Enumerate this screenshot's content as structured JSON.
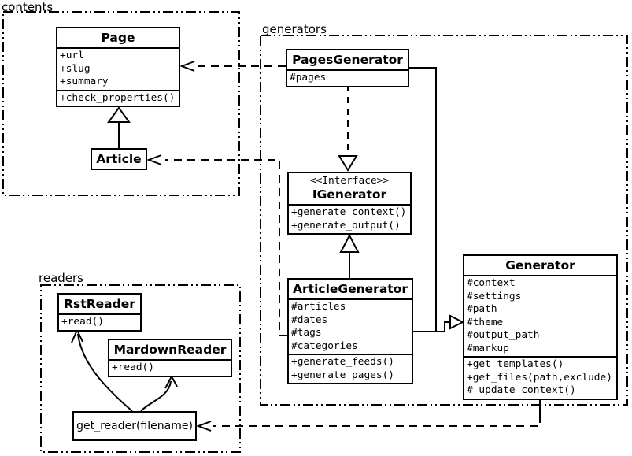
{
  "packages": {
    "contents": {
      "label": "contents"
    },
    "generators": {
      "label": "generators"
    },
    "readers": {
      "label": "readers"
    }
  },
  "classes": {
    "page": {
      "name": "Page",
      "attrs": [
        "+url",
        "+slug",
        "+summary"
      ],
      "methods": [
        "+check_properties()"
      ]
    },
    "article": {
      "name": "Article"
    },
    "pages_generator": {
      "name": "PagesGenerator",
      "attrs": [
        "#pages"
      ]
    },
    "igenerator": {
      "stereotype": "<<Interface>>",
      "name": "IGenerator",
      "methods": [
        "+generate_context()",
        "+generate_output()"
      ]
    },
    "article_generator": {
      "name": "ArticleGenerator",
      "attrs": [
        "#articles",
        "#dates",
        "#tags",
        "#categories"
      ],
      "methods": [
        "+generate_feeds()",
        "+generate_pages()"
      ]
    },
    "generator": {
      "name": "Generator",
      "attrs": [
        "#context",
        "#settings",
        "#path",
        "#theme",
        "#output_path",
        "#markup"
      ],
      "methods": [
        "+get_templates()",
        "+get_files(path,exclude)",
        "#_update_context()"
      ]
    },
    "rst_reader": {
      "name": "RstReader",
      "methods": [
        "+read()"
      ]
    },
    "mardown_reader": {
      "name": "MardownReader",
      "methods": [
        "+read()"
      ]
    },
    "get_reader": {
      "name": "get_reader(filename)"
    }
  },
  "colors": {
    "line": "#000000",
    "background": "#ffffff"
  }
}
